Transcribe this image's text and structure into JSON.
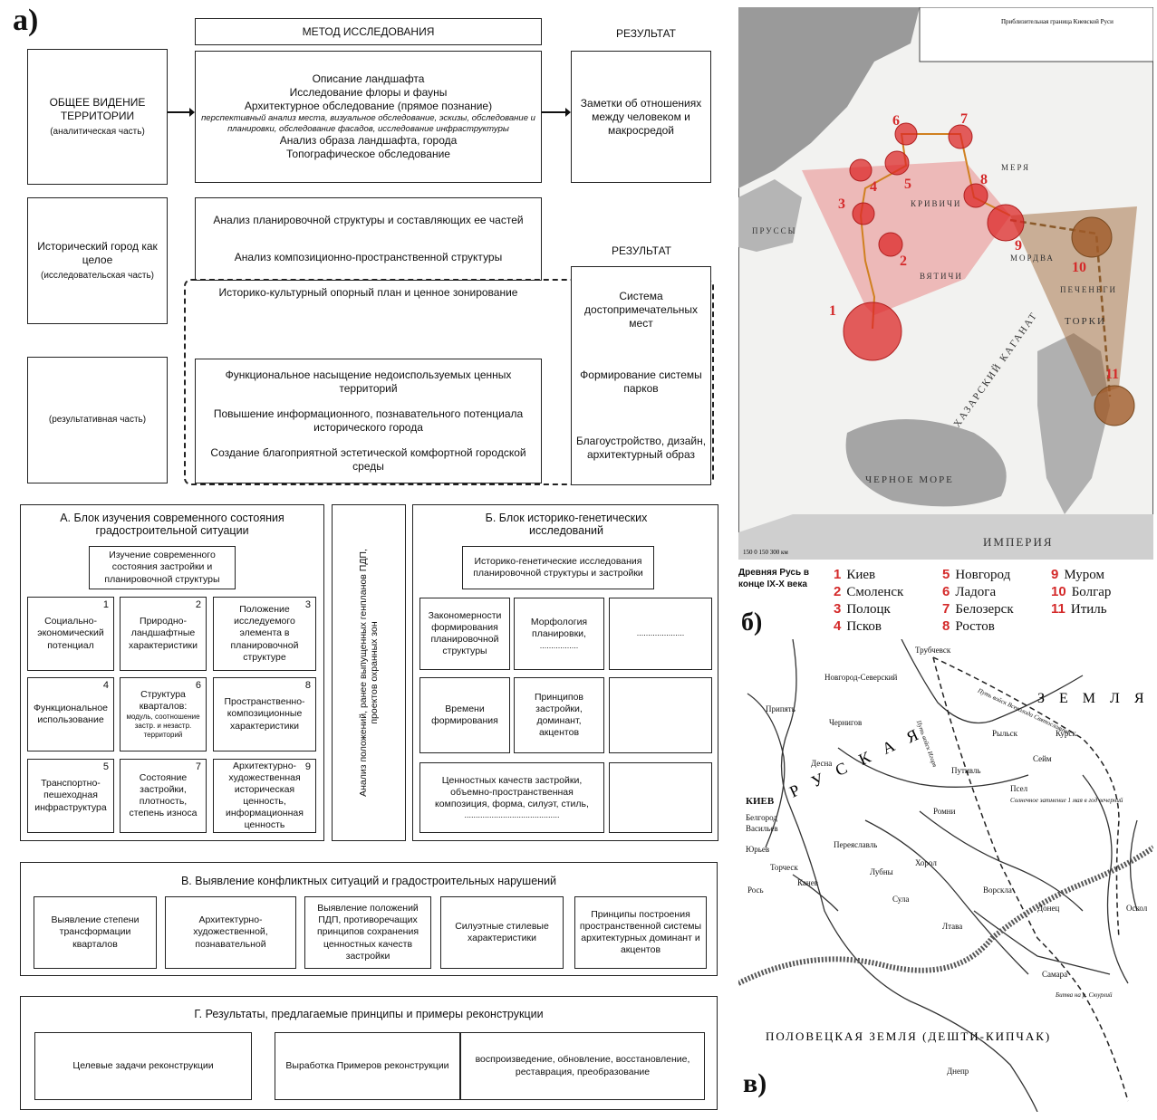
{
  "labels": {
    "a": "а)",
    "b": "б)",
    "v": "в)"
  },
  "flow": {
    "method_header": "МЕТОД ИССЛЕДОВАНИЯ",
    "result_header1": "РЕЗУЛЬТАТ",
    "result_header2": "РЕЗУЛЬТАТ",
    "left1_title": "ОБЩЕЕ ВИДЕНИЕ ТЕРРИТОРИИ",
    "left1_sub": "(аналитическая часть)",
    "center1_l1": "Описание ландшафта",
    "center1_l2": "Исследование флоры и фауны",
    "center1_l3": "Архитектурное обследование (прямое познание)",
    "center1_italic": "перспективный анализ места, визуальное обследование, эскизы, обследование и планировки, обследование фасадов, исследование инфраструктуры",
    "center1_l4": "Анализ образа ландшафта, города",
    "center1_l5": "Топографическое обследование",
    "result1": "Заметки об отношениях между человеком и макросредой",
    "left2_title": "Исторический город как целое",
    "left2_sub": "(исследовательская часть)",
    "center2_l1": "Анализ планировочной структуры и составляющих ее частей",
    "center2_l2": "Анализ композиционно-пространственной структуры",
    "center2_l3": "Историко-культурный опорный план и ценное зонирование",
    "left3_sub": "(результативная часть)",
    "center3_l1": "Функциональное насыщение недоиспользуемых ценных территорий",
    "center3_l2": "Повышение информационного, познавательного потенциала исторического города",
    "center3_l3": "Создание благоприятной эстетической комфортной городской среды",
    "result2_l1": "Система достопримечательных мест",
    "result2_l2": "Формирование системы парков",
    "result2_l3": "Благоустройство, дизайн, архитектурный образ"
  },
  "blockA": {
    "title": "А. Блок изучения современного состояния градостроительной ситуации",
    "sub": "Изучение современного состояния застройки и планировочной структуры",
    "cells": [
      {
        "n": "1",
        "text": "Социально-экономический потенциал"
      },
      {
        "n": "2",
        "text": "Природно-ландшафтные характеристики"
      },
      {
        "n": "3",
        "text": "Положение исследуемого элемента в планировочной структуре"
      },
      {
        "n": "4",
        "text": "Функциональное использование"
      },
      {
        "n": "6",
        "text": "Структура кварталов:",
        "small": "модуль, соотношение застр. и незастр. территорий"
      },
      {
        "n": "8",
        "text": "Пространственно-композиционные характеристики"
      },
      {
        "n": "5",
        "text": "Транспортно-пешеходная инфраструктура"
      },
      {
        "n": "7",
        "text": "Состояние застройки, плотность, степень износа"
      },
      {
        "n": "9",
        "text": "Архитектурно-художественная историческая ценность, информационная ценность"
      }
    ]
  },
  "vertical_text": "Анализ положений, ранее выпущенных генпланов ПДП, проектов охранных зон",
  "blockB": {
    "title": "Б. Блок историко-генетических исследований",
    "sub": "Историко-генетические исследования планировочной структуры и застройки",
    "c1": "Закономерности формирования планировочной структуры",
    "c2": "Морфология планировки,",
    "c3": "Времени формирования",
    "c4": "Принципов застройки, доминант, акцентов",
    "c5": "Ценностных качеств застройки, объемно-пространственная композиция, форма, силуэт, стиль,"
  },
  "blockV": {
    "title": "В. Выявление конфликтных ситуаций и градостроительных нарушений",
    "items": [
      "Выявление степени трансформации кварталов",
      "Архитектурно-художественной, познавательной",
      "Выявление положений ПДП, противоречащих принципов сохранения ценностных качеств застройки",
      "Силуэтные стилевые характеристики",
      "Принципы построения пространственной системы архитектурных доминант и акцентов"
    ]
  },
  "blockG": {
    "title": "Г. Результаты, предлагаемые принципы и примеры реконструкции",
    "items": [
      "Целевые задачи реконструкции",
      "Выработка Примеров реконструкции",
      "воспроизведение, обновление, восстановление, реставрация, преобразование"
    ]
  },
  "mapB": {
    "legend_title": "Древняя Русь в конце IX-X века",
    "cities": [
      {
        "n": "1",
        "name": "Киев"
      },
      {
        "n": "2",
        "name": "Смоленск"
      },
      {
        "n": "3",
        "name": "Полоцк"
      },
      {
        "n": "4",
        "name": "Псков"
      },
      {
        "n": "5",
        "name": "Новгород"
      },
      {
        "n": "6",
        "name": "Ладога"
      },
      {
        "n": "7",
        "name": "Белозерск"
      },
      {
        "n": "8",
        "name": "Ростов"
      },
      {
        "n": "9",
        "name": "Муром"
      },
      {
        "n": "10",
        "name": "Болгар"
      },
      {
        "n": "11",
        "name": "Итиль"
      }
    ],
    "texts": {
      "sea": "ЧЕРНОЕ МОРЕ",
      "hazar": "ХАЗАРСКИЙ КАГАНАТ",
      "empire": "ИМПЕРИЯ",
      "torki": "ТОРКИ",
      "pechenegi": "ПЕЧЕНЕГИ",
      "prussy": "ПРУССЫ",
      "mordva": "МОРДВА",
      "vyatichi": "ВЯТИЧИ",
      "krivichi": "КРИВИЧИ",
      "merya": "МЕРЯ",
      "legend_top": "Приблизительная граница Киевской Руси",
      "scale": "150 0 150 300 км"
    }
  },
  "mapV": {
    "texts": {
      "ruskaya": "Р У С К А Я",
      "zemlya": "З Е М Л Я",
      "polovtsy": "ПОЛОВЕЦКАЯ ЗЕМЛЯ (ДЕШТИ-КИПЧАК)",
      "kiev": "КИЕВ",
      "chernigov": "Чернигов",
      "novgorod_sev": "Новгород-Северский",
      "trubchevsk": "Трубчевск",
      "kursk": "Курск",
      "rylsk": "Рыльск",
      "putivl": "Путивль",
      "pereyaslavl": "Переяславль",
      "romny": "Ромни",
      "lubny": "Лубны",
      "ltava": "Лтава",
      "belgorod": "Белгород",
      "vasilev": "Васильев",
      "yurev": "Юрьев",
      "torchesk": "Торческ",
      "kanev": "Канев",
      "ros": "Рось",
      "desna": "Десна",
      "dnepr": "Днепр",
      "sula": "Сула",
      "psel": "Псел",
      "vorskla": "Ворскла",
      "donets": "Донец",
      "oskol": "Оскол",
      "samara": "Самара",
      "seim": "Сейм",
      "khorol": "Хорол",
      "pripyat": "Припять",
      "eclipse": "Солнечное затмение 1 мая в год вечерний",
      "route": "Путь войск Всеволода Святославича",
      "igor": "Путь войск Игоря",
      "battle": "Битва на р. Сюурлий"
    }
  }
}
